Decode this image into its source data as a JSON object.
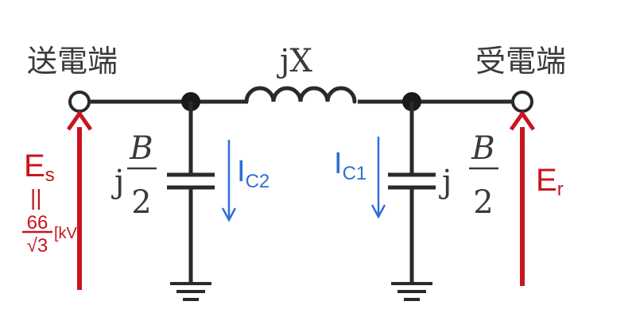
{
  "labels": {
    "sending_end": "送電端",
    "receiving_end": "受電端",
    "inductor": "jX",
    "cap_left_j": "j",
    "cap_left_num": "B",
    "cap_left_den": "2",
    "cap_right_j": "j",
    "cap_right_num": "B",
    "cap_right_den": "2"
  },
  "voltages": {
    "es_main": "E",
    "es_sub": "s",
    "es_equals": "||",
    "es_value_num": "66",
    "es_value_den": "√3",
    "es_unit": "[kV]",
    "er_main": "E",
    "er_sub": "r"
  },
  "currents": {
    "ic2_main": "I",
    "ic2_sub": "C2",
    "ic1_main": "I",
    "ic1_sub": "C1"
  },
  "colors": {
    "wire": "#2a2a2a",
    "voltage_arrow": "#c8141e",
    "current_arrow": "#2e6fd6"
  }
}
